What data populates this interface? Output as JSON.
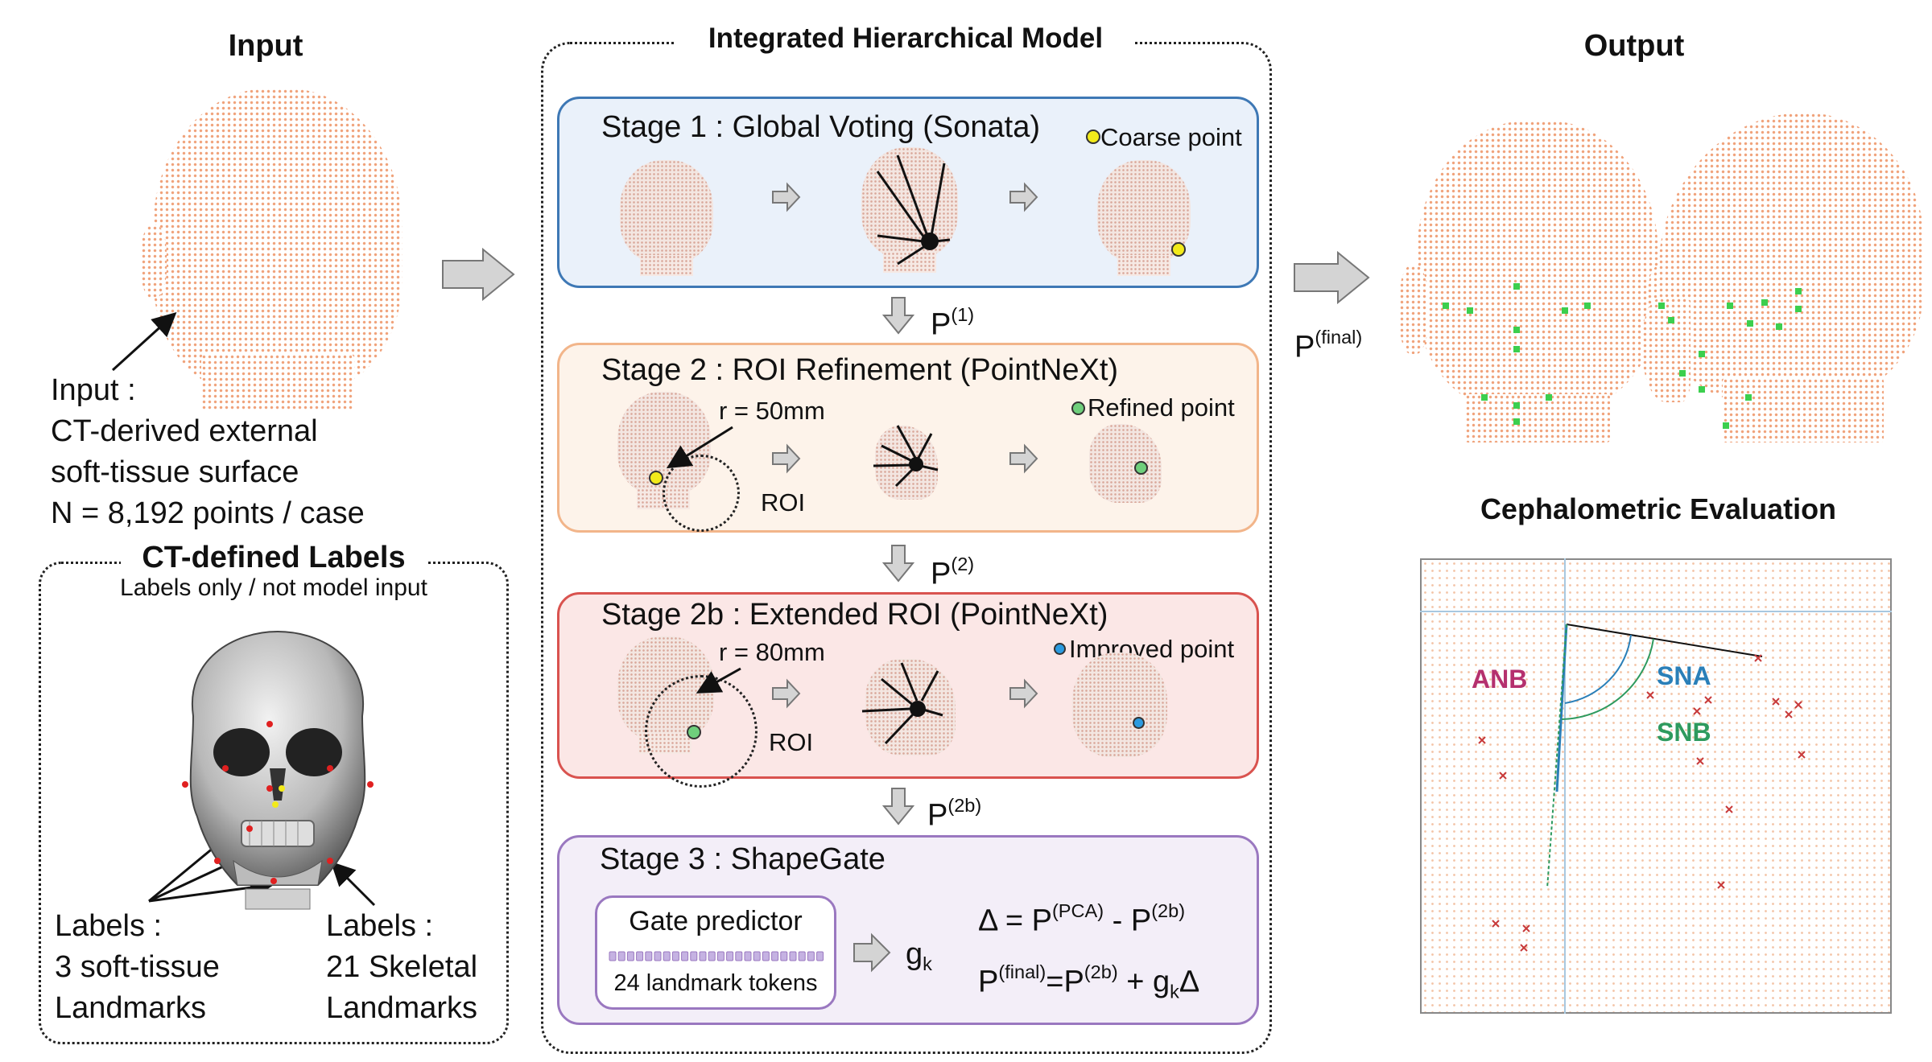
{
  "input": {
    "title": "Input",
    "label_line1": "Input :",
    "label_line2": "CT-derived external",
    "label_line3": "soft-tissue surface",
    "label_line4": "N = 8,192 points / case"
  },
  "labels_box": {
    "title": "CT-defined Labels",
    "subtitle": "Labels only / not model input",
    "left_line1": "Labels :",
    "left_line2": "3 soft-tissue",
    "left_line3": "Landmarks",
    "right_line1": "Labels :",
    "right_line2": "21 Skeletal",
    "right_line3": "Landmarks"
  },
  "model": {
    "title": "Integrated Hierarchical Model",
    "stage1": {
      "title": "Stage 1 : Global Voting (Sonata)",
      "legend": "Coarse point",
      "point_color": "#f2ea1a"
    },
    "p1": {
      "base": "P",
      "sup": "(1)"
    },
    "stage2": {
      "title": "Stage 2 : ROI Refinement (PointNeXt)",
      "radius": "r = 50mm",
      "roi": "ROI",
      "legend": "Refined  point",
      "point_color": "#6fcf7c"
    },
    "p2": {
      "base": "P",
      "sup": "(2)"
    },
    "stage2b": {
      "title": "Stage 2b : Extended ROI (PointNeXt)",
      "radius": "r = 80mm",
      "roi": "ROI",
      "legend": "Improved  point",
      "point_color": "#2b9be0"
    },
    "p2b": {
      "base": "P",
      "sup": "(2b)"
    },
    "stage3": {
      "title": "Stage 3 : ShapeGate",
      "gate_title": "Gate predictor",
      "tokens": "24 landmark tokens",
      "g_base": "g",
      "g_sub": "k",
      "eq1_a": "Δ = P",
      "eq1_sup1": "(PCA)",
      "eq1_b": " - P",
      "eq1_sup2": "(2b)",
      "eq2_a": "P",
      "eq2_sup1": "(final)",
      "eq2_b": "=P",
      "eq2_sup2": "(2b)",
      "eq2_c": " + g",
      "eq2_sub": "k",
      "eq2_d": "Δ"
    }
  },
  "pfinal": {
    "base": "P",
    "sup": "(final)"
  },
  "output": {
    "title": "Output"
  },
  "ceph": {
    "title": "Cephalometric Evaluation",
    "anb": "ANB",
    "sna": "SNA",
    "snb": "SNB",
    "anb_color": "#b5306e",
    "sna_color": "#2a7fb8",
    "snb_color": "#2e9a5e"
  },
  "colors": {
    "stage1_bg": "#eaf1fa",
    "stage1_border": "#3e78b5",
    "stage2_bg": "#fdf3ea",
    "stage2_border": "#f2b58a",
    "stage2b_bg": "#fbe7e6",
    "stage2b_border": "#d9534f",
    "stage3_bg": "#f3eef8",
    "stage3_border": "#9a78c0",
    "head_points": "#f0a27a",
    "output_landmarks": "#3ccf4e"
  }
}
